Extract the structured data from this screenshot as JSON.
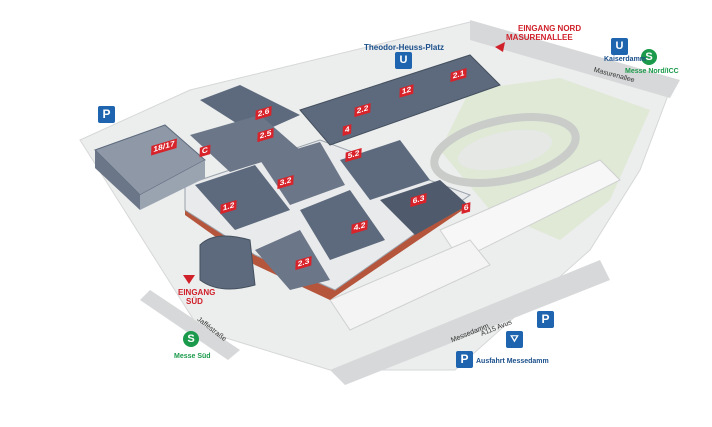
{
  "labels": {
    "theodor": "Theodor-Heuss-Platz",
    "eingang_nord_1": "EINGANG NORD",
    "eingang_nord_2": "MASURENALLEE",
    "kaiserdamm": "Kaiserdamm",
    "messe_nord": "Messe Nord/ICC",
    "masurenallee": "Masurenallee",
    "eingang_sued_1": "EINGANG",
    "eingang_sued_2": "SÜD",
    "messe_sued": "Messe Süd",
    "jafféstrasse": "Jafféstraße",
    "messedamm": "Messedamm",
    "a115": "A115 Avus",
    "ausfahrt": "Ausfahrt Messedamm"
  },
  "icons": {
    "parking": "P",
    "ubahn": "U",
    "sbahn": "S"
  },
  "halls": [
    {
      "id": "h2_1",
      "label": "2.1"
    },
    {
      "id": "h2_2",
      "label": "2.2"
    },
    {
      "id": "h2_6",
      "label": "2.6"
    },
    {
      "id": "h2_5",
      "label": "2.5"
    },
    {
      "id": "h1_2",
      "label": "1.2"
    },
    {
      "id": "h3_2",
      "label": "3.2"
    },
    {
      "id": "h4_2",
      "label": "4.2"
    },
    {
      "id": "h5_2",
      "label": "5.2"
    },
    {
      "id": "h6_3",
      "label": "6.3"
    },
    {
      "id": "h2_3",
      "label": "2.3"
    },
    {
      "id": "h1_7",
      "label": "18/17"
    },
    {
      "id": "hC",
      "label": "C"
    },
    {
      "id": "h4",
      "label": "4"
    },
    {
      "id": "h6",
      "label": "6"
    },
    {
      "id": "h12",
      "label": "12"
    }
  ],
  "colors": {
    "brand_blue": "#1e64ae",
    "sbahn_green": "#1a9a4a",
    "entrance_red": "#d0202a",
    "hall_roof": "#5d6a7d",
    "brick": "#b5553b",
    "grass": "#dfe9d6"
  }
}
